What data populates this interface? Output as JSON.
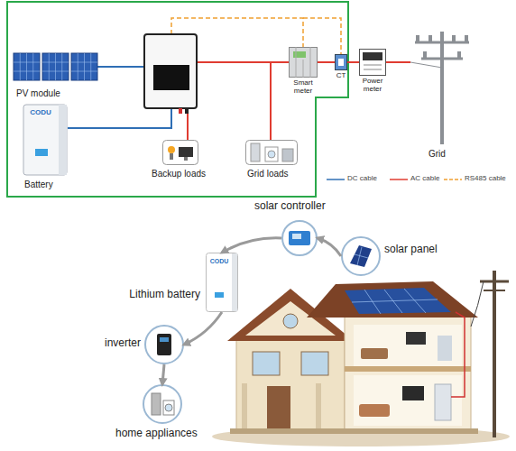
{
  "diagram": {
    "nodes": [
      {
        "text": [
          "PV module"
        ]
      },
      {
        "text": [
          "CODU",
          "Battery"
        ]
      },
      {
        "text": [
          "Backup loads"
        ]
      },
      {
        "text": [
          "Grid loads"
        ]
      },
      {
        "text": [
          "Smart meter"
        ]
      },
      {
        "text": [
          "CT"
        ]
      },
      {
        "text": [
          "Power meter"
        ]
      },
      {
        "text": [
          "Grid"
        ]
      },
      {
        "text": [
          "solar controller"
        ]
      },
      {
        "text": [
          "solar panel"
        ]
      },
      {
        "text": [
          "CODU",
          "Lithium battery"
        ]
      },
      {
        "text": [
          "inverter"
        ]
      },
      {
        "text": [
          "home appliances"
        ]
      }
    ],
    "edges": [
      {
        "from": 4,
        "to": 5,
        "arrow": "none"
      },
      {
        "from": 5,
        "to": 6,
        "arrow": "none"
      },
      {
        "from": 6,
        "to": 7,
        "arrow": "none"
      },
      {
        "from": 9,
        "to": 8,
        "arrow": "to"
      },
      {
        "from": 8,
        "to": 10,
        "arrow": "to"
      },
      {
        "from": 10,
        "to": 11,
        "arrow": "to"
      },
      {
        "from": 11,
        "to": 12,
        "arrow": "to"
      }
    ],
    "legend": [
      {
        "text": "DC cable"
      },
      {
        "text": "AC cable"
      },
      {
        "text": "RS485 cable"
      }
    ]
  }
}
